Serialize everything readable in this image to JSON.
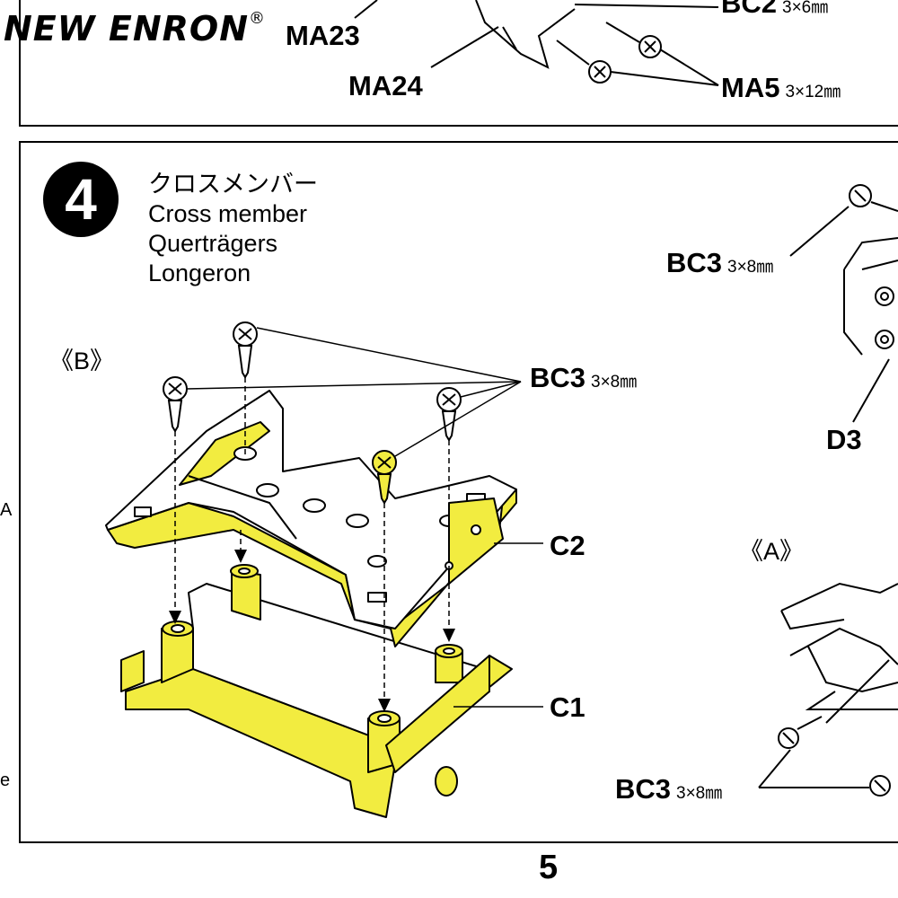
{
  "brand": {
    "name": "NEW ENRON",
    "reg_mark": "®"
  },
  "top_panel": {
    "parts": [
      {
        "code": "MA23",
        "size": ""
      },
      {
        "code": "MA24",
        "size": ""
      },
      {
        "code": "BC2",
        "size": "3×6㎜"
      },
      {
        "code": "MA5",
        "size": "3×12㎜"
      }
    ]
  },
  "step": {
    "number": "4",
    "titles": [
      "クロスメンバー",
      "Cross member",
      "Querträgers",
      "Longeron"
    ]
  },
  "views": {
    "b": "《B》",
    "a": "《A》"
  },
  "callouts": {
    "bc3_b": {
      "code": "BC3",
      "size": "3×8㎜"
    },
    "c2": "C2",
    "c1": "C1",
    "bc3_top_right": {
      "code": "BC3",
      "size": "3×8㎜"
    },
    "d3": "D3",
    "bc3_bottom_right": {
      "code": "BC3",
      "size": "3×8㎜"
    }
  },
  "edge_text": {
    "left_a": "A",
    "left_e": "e"
  },
  "page_number": "5",
  "colors": {
    "part_highlight": "#f2ec40",
    "ink": "#000000"
  }
}
